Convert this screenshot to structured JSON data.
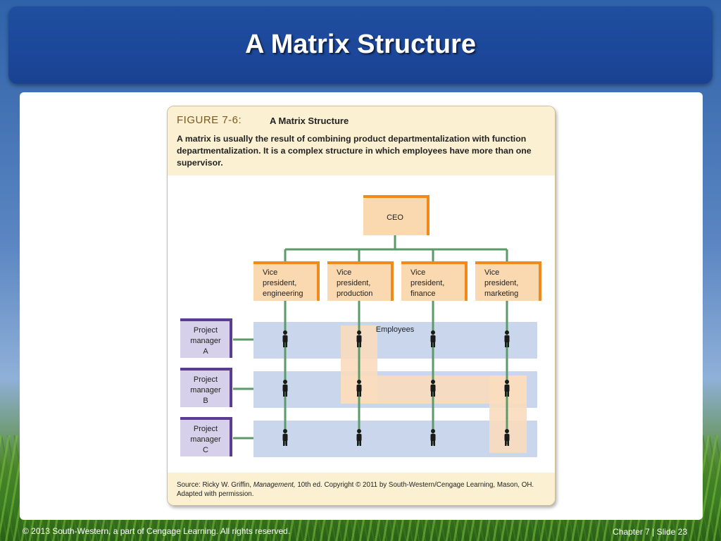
{
  "slide": {
    "title": "A Matrix Structure",
    "footer_left": "© 2013 South-Western, a part of Cengage Learning. All rights reserved.",
    "footer_right": "Chapter 7 | Slide 23"
  },
  "figure": {
    "number": "FIGURE 7-6:",
    "name": "A Matrix Structure",
    "caption": "A matrix is usually the result of combining product departmentalization with function departmentalization. It is a complex structure in which employees have more than one supervisor.",
    "source_prefix": "Source: Ricky W. Griffin, ",
    "source_title": "Management,",
    "source_suffix": " 10th ed. Copyright © 2011 by South-Western/Cengage Learning, Mason, OH. Adapted with permission."
  },
  "diagram": {
    "ceo": "CEO",
    "vice_presidents": [
      [
        "Vice",
        "president,",
        "engineering"
      ],
      [
        "Vice",
        "president,",
        "production"
      ],
      [
        "Vice",
        "president,",
        "finance"
      ],
      [
        "Vice",
        "president,",
        "marketing"
      ]
    ],
    "project_managers": [
      [
        "Project",
        "manager",
        "A"
      ],
      [
        "Project",
        "manager",
        "B"
      ],
      [
        "Project",
        "manager",
        "C"
      ]
    ],
    "employees_label": "Employees",
    "colors": {
      "exec_box": "#fbd9b0",
      "exec_border": "#f08a1c",
      "pm_box": "#d6d0ea",
      "pm_border": "#5a3d8e",
      "row_band": "#c9d6ec",
      "highlight": "#fbdcbf",
      "connector": "#5c9a6a"
    }
  }
}
